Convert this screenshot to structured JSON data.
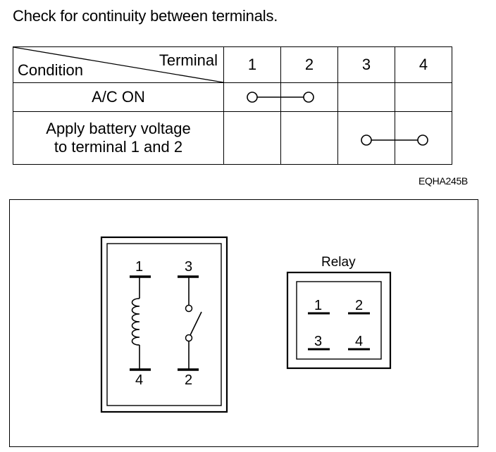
{
  "instruction": "Check for continuity between terminals.",
  "table": {
    "header_terminal": "Terminal",
    "header_condition": "Condition",
    "terminals": [
      "1",
      "2",
      "3",
      "4"
    ],
    "rows": [
      {
        "condition_lines": [
          "A/C ON"
        ],
        "connected": [
          "1",
          "2"
        ]
      },
      {
        "condition_lines": [
          "Apply battery voltage",
          "to terminal 1 and 2"
        ],
        "connected": [
          "3",
          "4"
        ]
      }
    ]
  },
  "figure_code": "EQHA245B",
  "schematic": {
    "coil_top_pin": "1",
    "coil_bottom_pin": "4",
    "switch_top_pin": "3",
    "switch_bottom_pin": "2"
  },
  "relay": {
    "label": "Relay",
    "pins": [
      "1",
      "2",
      "3",
      "4"
    ]
  }
}
